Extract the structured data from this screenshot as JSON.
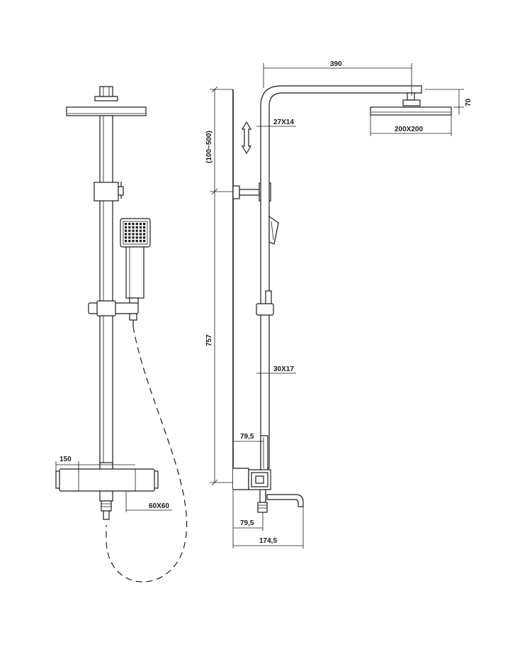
{
  "dimensions": {
    "head_arm_length": "390",
    "head_offset_height": "70",
    "head_size": "200X200",
    "top_pipe_section": "27X14",
    "adjust_range": "(100~500)",
    "column_height": "757",
    "bottom_pipe_section": "30X17",
    "wall_offset_upper": "79,5",
    "wall_offset_lower": "79,5",
    "spout_projection": "174,5",
    "mixer_width": "150",
    "handle_section": "60X60"
  }
}
